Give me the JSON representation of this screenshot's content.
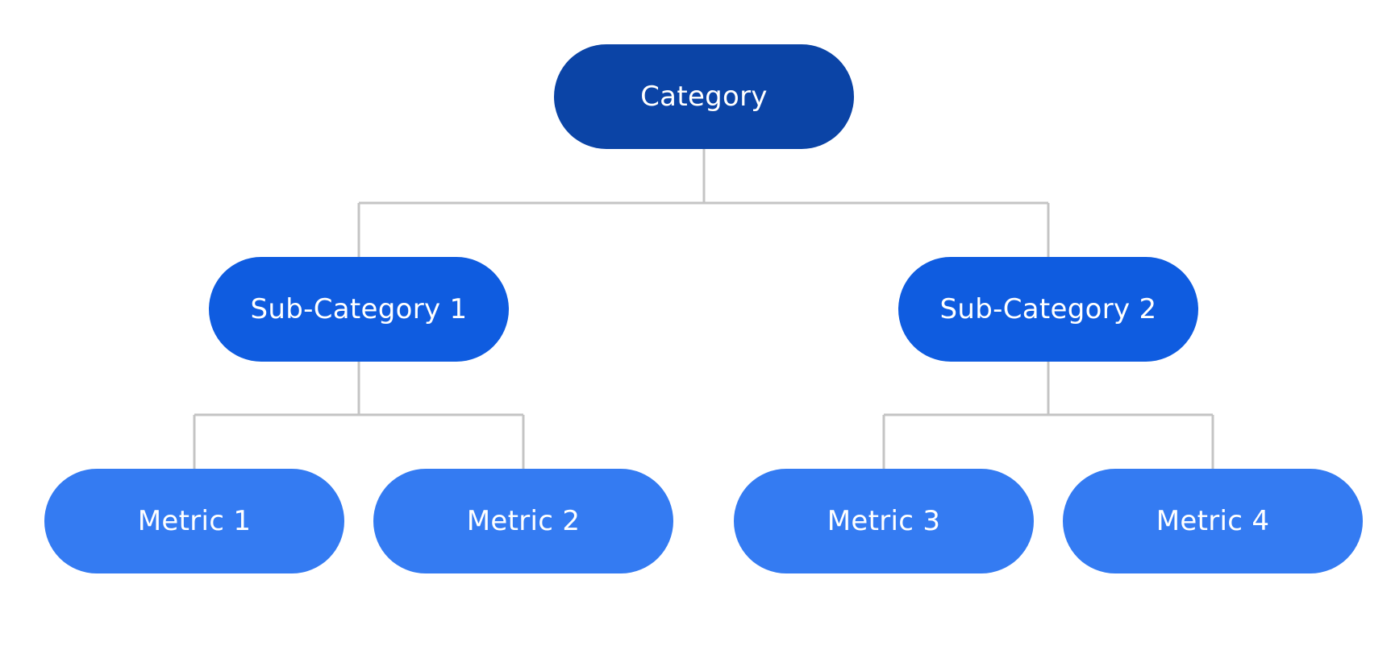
{
  "colors": {
    "root": "#0b44a6",
    "level1": "#0f5ce0",
    "level2": "#347bf2",
    "connector": "#c4c4c4",
    "text": "#ffffff"
  },
  "tree": {
    "root": {
      "label": "Category"
    },
    "subcategories": [
      {
        "label": "Sub-Category 1",
        "metrics": [
          {
            "label": "Metric 1"
          },
          {
            "label": "Metric 2"
          }
        ]
      },
      {
        "label": "Sub-Category 2",
        "metrics": [
          {
            "label": "Metric 3"
          },
          {
            "label": "Metric 4"
          }
        ]
      }
    ]
  }
}
